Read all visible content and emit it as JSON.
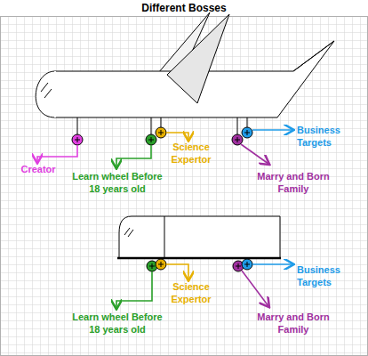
{
  "diagram": {
    "title": "Different Bosses",
    "labels": [
      "Creator",
      "Learn wheel Before 18 years old",
      "Science Expertor",
      "Marry and Born Family",
      "Business Targets",
      "Science Expertor",
      "Learn wheel Before 18 years old",
      "Marry and Born Family",
      "Business Targets"
    ]
  }
}
